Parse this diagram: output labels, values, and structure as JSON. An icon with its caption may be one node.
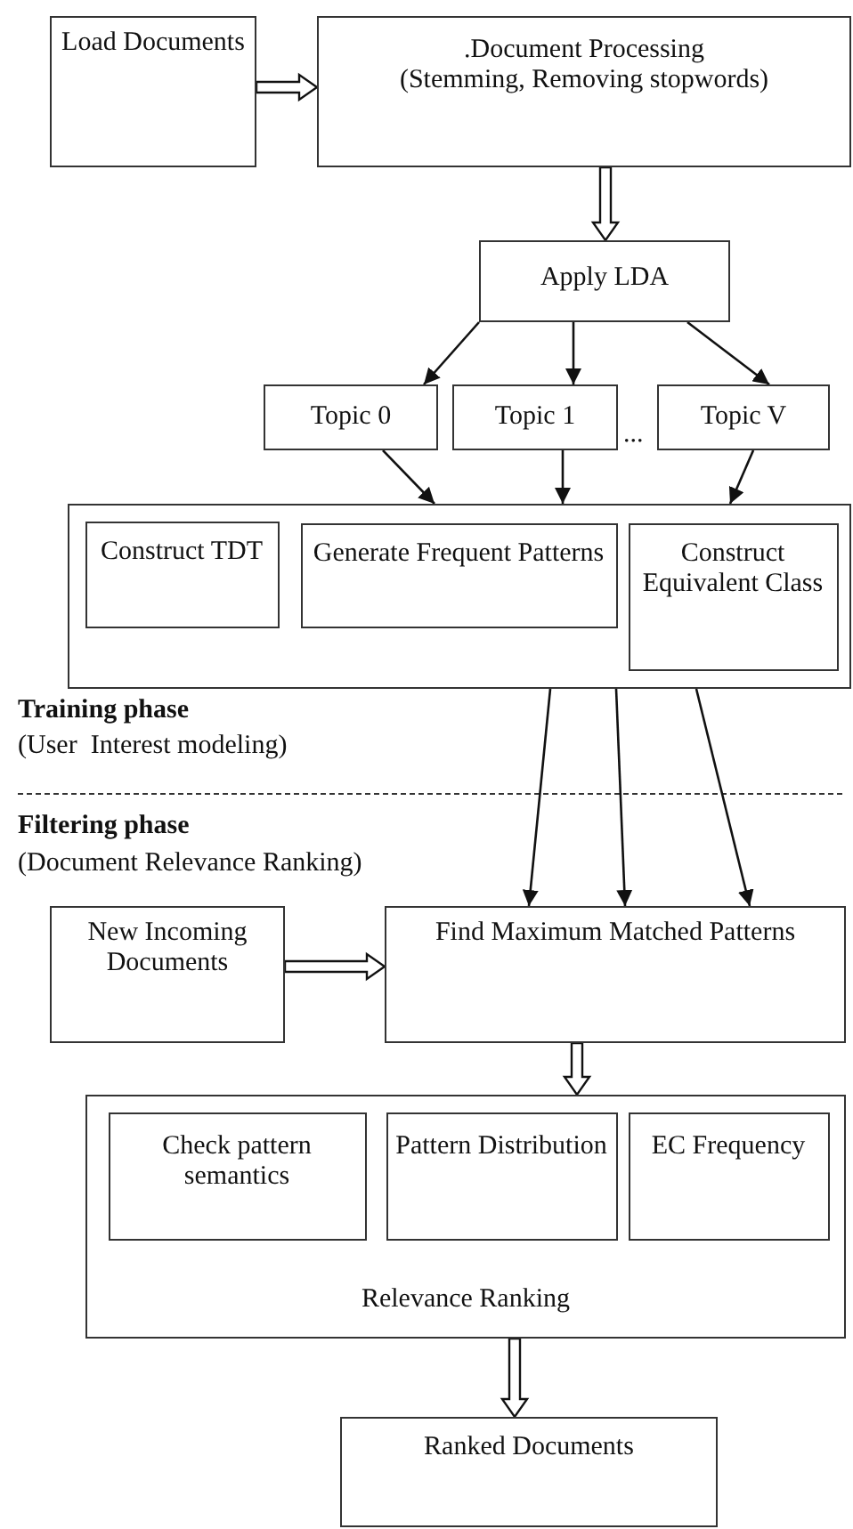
{
  "diagram": {
    "nodes": [
      {
        "text": [
          "Load Documents"
        ]
      },
      {
        "text": [
          ".Document Processing",
          "(Stemming, Removing stopwords)"
        ]
      },
      {
        "text": [
          "Apply LDA"
        ]
      },
      {
        "text": [
          "Topic 0"
        ]
      },
      {
        "text": [
          "Topic 1"
        ]
      },
      {
        "text": [
          "Topic V"
        ]
      },
      {
        "text": [],
        "shape": "box"
      },
      {
        "text": [
          "Construct TDT"
        ],
        "in": 6
      },
      {
        "text": [
          "Generate Frequent Patterns"
        ],
        "in": 6
      },
      {
        "text": [
          "Construct Equivalent Class"
        ],
        "in": 6
      },
      {
        "text": [
          "New Incoming Documents"
        ]
      },
      {
        "text": [
          "Find Maximum Matched Patterns"
        ]
      },
      {
        "text": [
          "Relevance Ranking"
        ]
      },
      {
        "text": [
          "Check pattern semantics"
        ],
        "in": 12
      },
      {
        "text": [
          "Pattern Distribution"
        ],
        "in": 12
      },
      {
        "text": [
          "EC Frequency"
        ],
        "in": 12
      },
      {
        "text": [
          "Ranked Documents"
        ]
      }
    ],
    "edges": [
      {
        "from": 0,
        "to": 1,
        "arrow": "to",
        "style": "thick"
      },
      {
        "from": 1,
        "to": 2,
        "arrow": "to",
        "style": "thick"
      },
      {
        "from": 2,
        "to": 3,
        "arrow": "to"
      },
      {
        "from": 2,
        "to": 4,
        "arrow": "to"
      },
      {
        "from": 2,
        "to": 5,
        "arrow": "to"
      },
      {
        "from": 3,
        "to": 6,
        "arrow": "to"
      },
      {
        "from": 4,
        "to": 6,
        "arrow": "to"
      },
      {
        "from": 5,
        "to": 6,
        "arrow": "to"
      },
      {
        "from": 6,
        "to": 11,
        "arrow": "to"
      },
      {
        "from": 6,
        "to": 11,
        "arrow": "to"
      },
      {
        "from": 6,
        "to": 11,
        "arrow": "to"
      },
      {
        "from": 10,
        "to": 11,
        "arrow": "to",
        "style": "thick"
      },
      {
        "from": 11,
        "to": 12,
        "arrow": "to",
        "style": "thick"
      },
      {
        "from": 12,
        "to": 16,
        "arrow": "to",
        "style": "thick"
      }
    ],
    "labels": [
      "...",
      "Training phase",
      "(User  Interest modeling)",
      "Filtering phase",
      "(Document Relevance Ranking)"
    ]
  }
}
